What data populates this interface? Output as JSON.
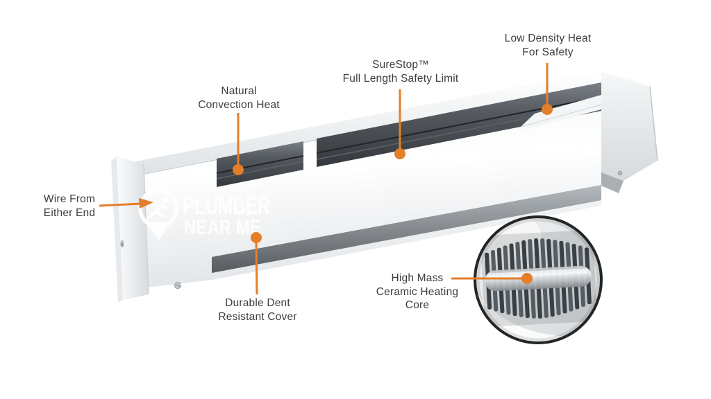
{
  "watermark": {
    "line1": "PLUMBER",
    "line2": "NEAR ME",
    "icon": "map-pin-running-plumber-icon"
  },
  "callouts": [
    {
      "id": "natural-convection",
      "lines": [
        "Natural",
        "Convection Heat"
      ]
    },
    {
      "id": "surestop",
      "lines": [
        "SureStop™",
        "Full Length Safety Limit"
      ]
    },
    {
      "id": "low-density",
      "lines": [
        "Low Density Heat",
        "For Safety"
      ]
    },
    {
      "id": "wire-from",
      "lines": [
        "Wire From",
        "Either End"
      ]
    },
    {
      "id": "durable-cover",
      "lines": [
        "Durable Dent",
        "Resistant Cover"
      ]
    },
    {
      "id": "high-mass",
      "lines": [
        "High Mass",
        "Ceramic Heating",
        "Core"
      ]
    }
  ],
  "colors": {
    "accent_orange": "#E47E29",
    "label_text": "#3A3E40",
    "inset_border": "#232527",
    "slot_dark": "#44494E",
    "heater_white": "#F7F8F9"
  },
  "subject": "Electric baseboard heater feature diagram",
  "inset_subject": "High mass ceramic heating core close-up"
}
